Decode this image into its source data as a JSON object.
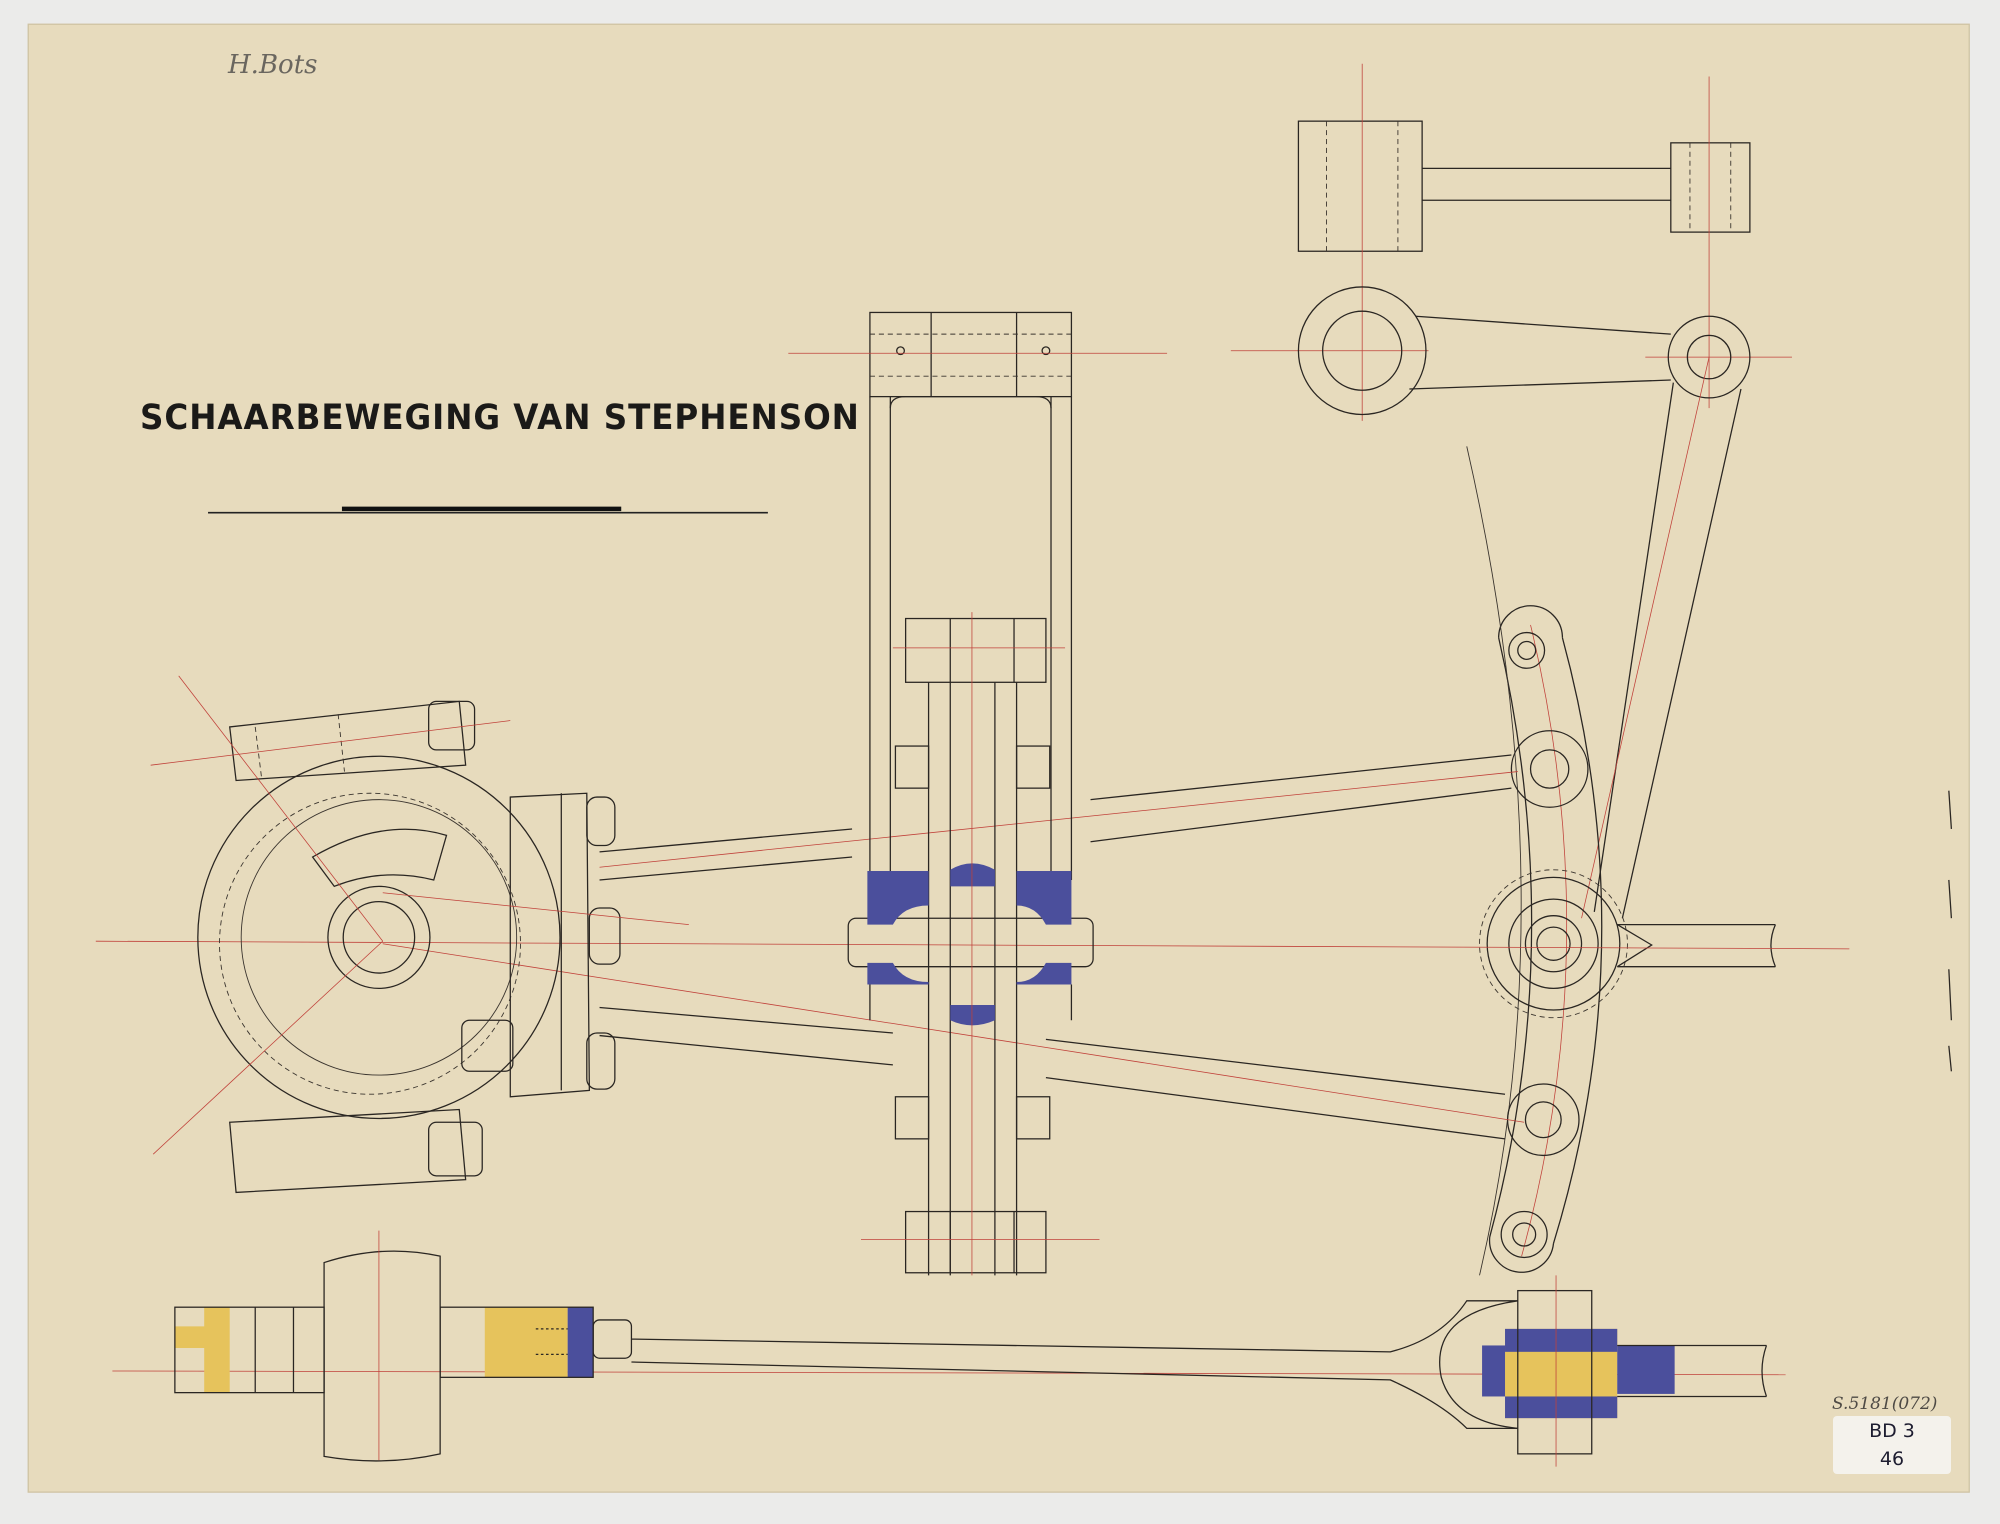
{
  "drawing": {
    "title": "SCHAARBEWEGING VAN STEPHENSON",
    "signature": "H.Bots",
    "catalog_number": "S.5181(072)",
    "label": {
      "line1": "BD 3",
      "line2": "46"
    }
  },
  "colors": {
    "paper": "#e7dbbd",
    "ink": "#2a2622",
    "centerline": "#c0413a",
    "wash_blue": "#4b4f9c",
    "wash_yellow": "#e6c35c"
  }
}
